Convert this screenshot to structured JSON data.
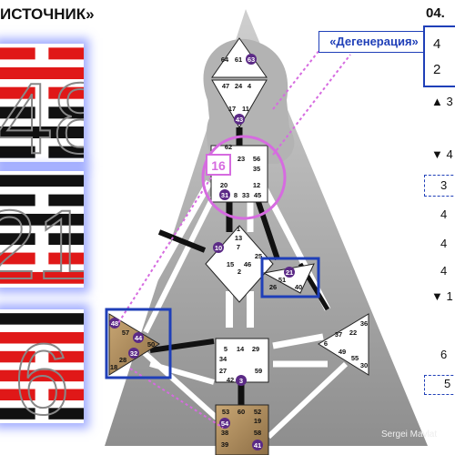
{
  "title": "ИСТОЧНИК»",
  "deg_label": "«Дегенерация»",
  "highlight_label": "16",
  "credit": "Sergei Mavlat",
  "right_panel": {
    "date": "04.",
    "top_values": [
      "4",
      "2"
    ],
    "rows": [
      {
        "marker": "▲",
        "value": "3"
      },
      {
        "marker": "▼",
        "value": "4"
      },
      {
        "marker": "",
        "value": "3"
      },
      {
        "marker": "",
        "value": "4"
      },
      {
        "marker": "",
        "value": "4"
      },
      {
        "marker": "",
        "value": "4"
      },
      {
        "marker": "▼",
        "value": "1"
      },
      {
        "marker": "",
        "value": "6"
      },
      {
        "marker": "",
        "value": "5"
      }
    ]
  },
  "hexagrams": [
    {
      "number": "48",
      "lines": [
        "broken",
        "solid",
        "broken",
        "broken",
        "solid",
        "broken"
      ]
    },
    {
      "number": "21",
      "lines": [
        "solid",
        "broken",
        "solid",
        "broken",
        "broken",
        "solid"
      ]
    },
    {
      "number": "6",
      "lines": [
        "solid",
        "solid",
        "broken",
        "solid",
        "broken",
        "broken"
      ]
    }
  ],
  "centers": {
    "head": [
      "64",
      "61",
      "63"
    ],
    "ajna": [
      "47",
      "24",
      "4",
      "17",
      "11",
      "43"
    ],
    "throat": [
      "62",
      "23",
      "56",
      "16",
      "35",
      "20",
      "12",
      "31",
      "8",
      "33",
      "45"
    ],
    "g": [
      "1",
      "13",
      "7",
      "10",
      "25",
      "15",
      "46",
      "2"
    ],
    "ego": [
      "21",
      "51",
      "26",
      "40"
    ],
    "spleen": [
      "48",
      "57",
      "44",
      "50",
      "32",
      "28",
      "18"
    ],
    "sacral": [
      "5",
      "14",
      "29",
      "34",
      "27",
      "42",
      "3",
      "59"
    ],
    "solar": [
      "36",
      "22",
      "37",
      "6",
      "49",
      "55",
      "30"
    ],
    "root": [
      "53",
      "60",
      "52",
      "54",
      "19",
      "38",
      "58",
      "39",
      "41"
    ]
  },
  "colors": {
    "accent": "#1f3fb8",
    "magenta": "#d66be0",
    "defined_black": "#111111",
    "body_gray": "#9a9a9a"
  }
}
